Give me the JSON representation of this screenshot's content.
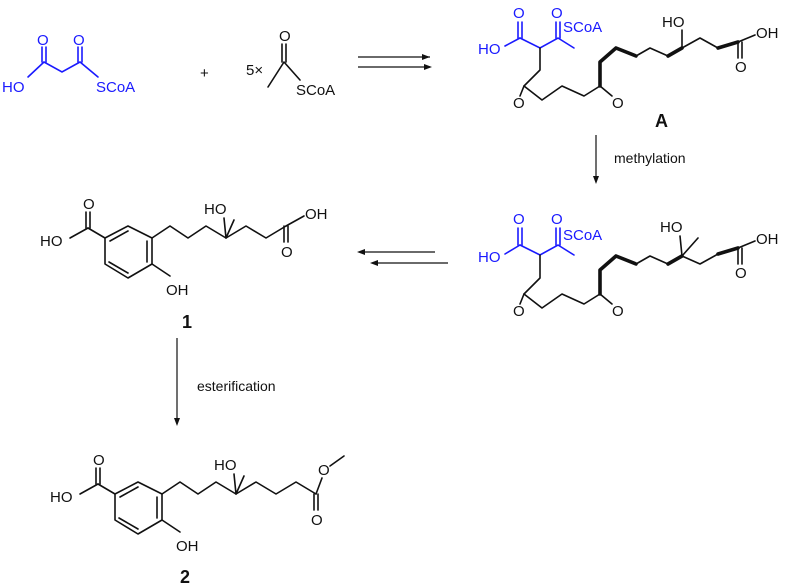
{
  "labels": {
    "ho": "HO",
    "oh": "OH",
    "o": "O",
    "scoa": "SCoA",
    "plus": "+",
    "multiplier": "5×"
  },
  "compounds": {
    "a": "A",
    "c1": "1",
    "c2": "2"
  },
  "conditions": {
    "methylation": "methylation",
    "esterification": "esterification"
  },
  "colors": {
    "precursor": "#1a1aff",
    "ink": "#111111"
  }
}
